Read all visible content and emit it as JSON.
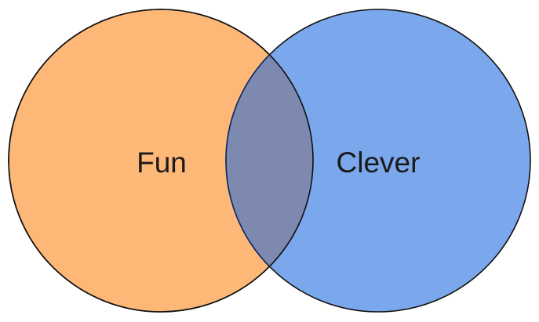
{
  "diagram": {
    "type": "venn",
    "sets": [
      {
        "id": "fun",
        "label": "Fun",
        "fill": "#FDB877",
        "stroke": "#111111"
      },
      {
        "id": "clever",
        "label": "Clever",
        "fill": "#7BA7EC",
        "stroke": "#111111"
      }
    ],
    "intersection": {
      "fill": "#7E89B0",
      "label": ""
    }
  }
}
